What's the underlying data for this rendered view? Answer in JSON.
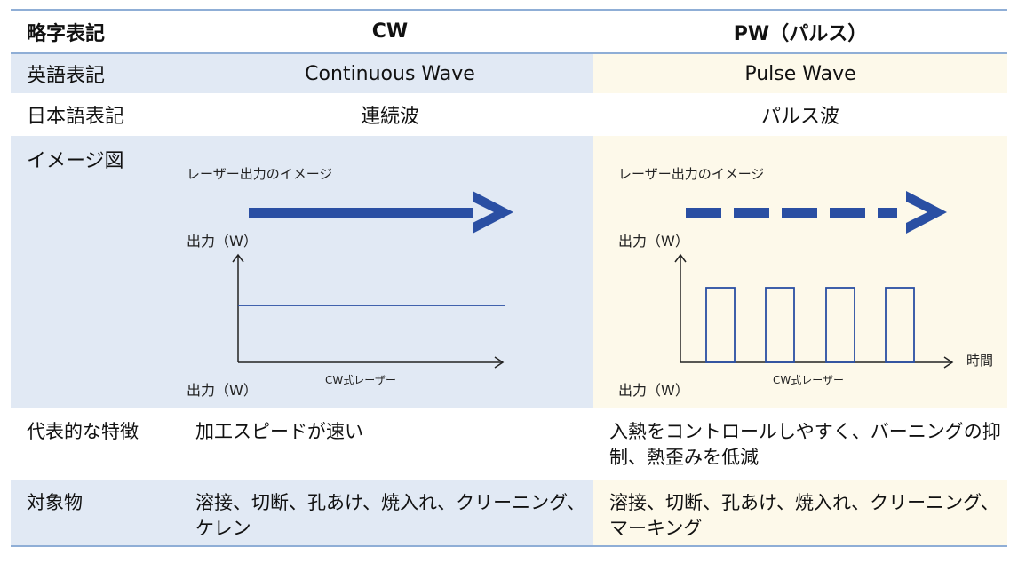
{
  "header": {
    "label": "略字表記",
    "cw": "CW",
    "pw": "PW（パルス）"
  },
  "rows": {
    "english": {
      "label": "英語表記",
      "cw": "Continuous Wave",
      "pw": "Pulse Wave"
    },
    "japanese": {
      "label": "日本語表記",
      "cw": "連続波",
      "pw": "パルス波"
    },
    "image": {
      "label": "イメージ図"
    },
    "features": {
      "label": "代表的な特徴",
      "cw": "加工スピードが速い",
      "pw": "入熱をコントロールしやすく、バーニングの抑制、熱歪みを低減"
    },
    "targets": {
      "label": "対象物",
      "cw": "溶接、切断、孔あけ、焼入れ、クリーニング、ケレン",
      "pw": "溶接、切断、孔あけ、焼入れ、クリーニング、マーキング"
    }
  },
  "diagram_cw": {
    "caption": "レーザー出力のイメージ",
    "y_label_top": "出力（W）",
    "y_label_bottom": "出力（W）",
    "x_caption": "CW式レーザー",
    "arrow_style": "solid",
    "arrow_color": "#2a4fa3",
    "signal": "constant"
  },
  "diagram_pw": {
    "caption": "レーザー出力のイメージ",
    "y_label_top": "出力（W）",
    "y_label_bottom": "出力（W）",
    "x_caption": "CW式レーザー",
    "x_label": "時間",
    "arrow_style": "dashed",
    "arrow_color": "#2a4fa3",
    "signal": "pulses",
    "pulse_count": 4
  }
}
